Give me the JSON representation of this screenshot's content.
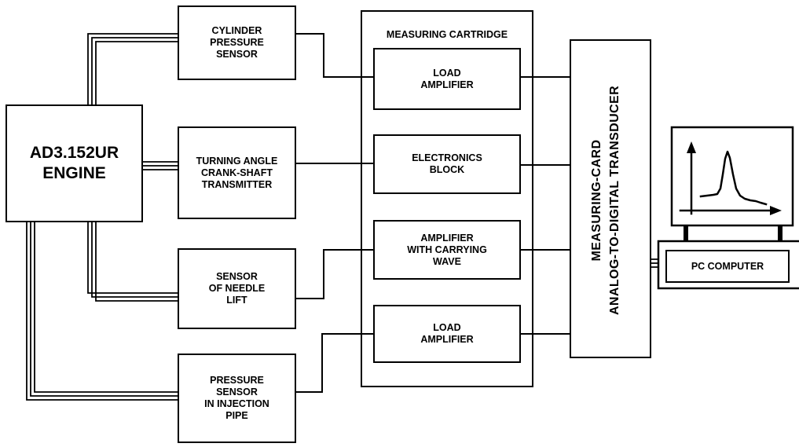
{
  "blocks": {
    "engine": "AD3.152UR\nENGINE",
    "cylinder_sensor": "CYLINDER\nPRESSURE\nSENSOR",
    "crank_transmitter": "TURNING ANGLE\nCRANK-SHAFT\nTRANSMITTER",
    "needle_sensor": "SENSOR\nOF NEEDLE\nLIFT",
    "injection_sensor": "PRESSURE\nSENSOR\nIN INJECTION\nPIPE",
    "cartridge_title": "MEASURING CARTRIDGE",
    "load_amplifier_1": "LOAD\nAMPLIFIER",
    "electronics_block": "ELECTRONICS\nBLOCK",
    "carrier_amplifier": "AMPLIFIER\nWITH CARRYING\nWAVE",
    "load_amplifier_2": "LOAD\nAMPLIFIER",
    "measuring_card": "MEASURING-CARD\nANALOG-TO-DIGITAL TRANSDUCER",
    "pc_computer": "PC COMPUTER"
  }
}
